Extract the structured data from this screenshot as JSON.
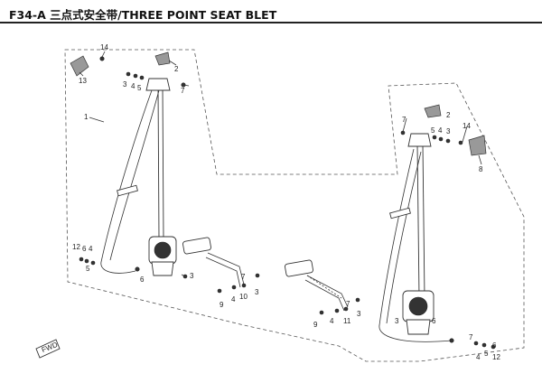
{
  "title": "F34-A 三点式安全带/THREE POINT SEAT BLET",
  "front_marker": "FWD",
  "callouts": [
    "1",
    "14",
    "13",
    "3",
    "4",
    "5",
    "2",
    "7",
    "12",
    "6",
    "4",
    "5",
    "6",
    "3",
    "9",
    "4",
    "10",
    "3",
    "7",
    "2",
    "7",
    "5",
    "4",
    "3",
    "14",
    "8",
    "9",
    "4",
    "7",
    "11",
    "3",
    "3",
    "6",
    "7",
    "4",
    "5",
    "6",
    "12"
  ]
}
